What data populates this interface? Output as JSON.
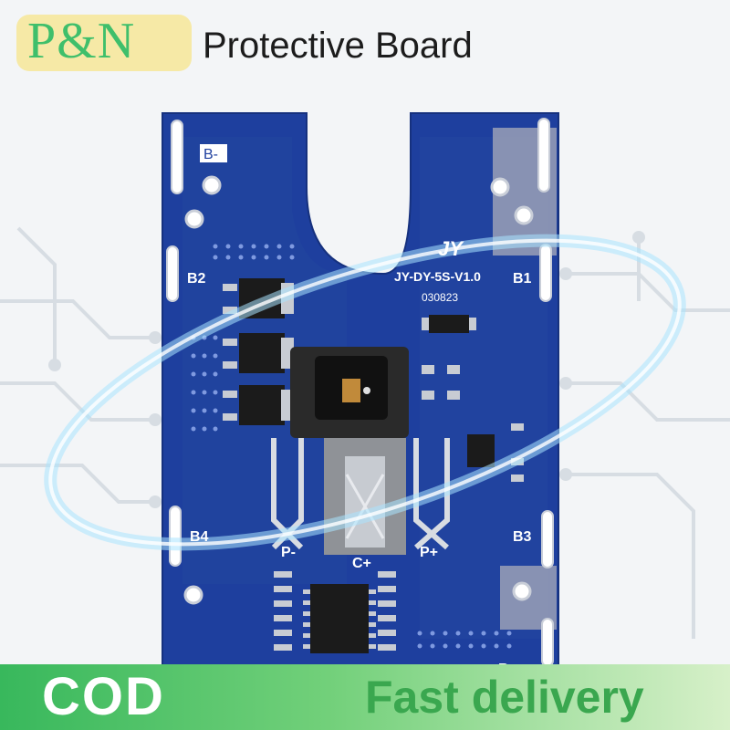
{
  "header": {
    "brand": "P&N",
    "title": "Protective Board"
  },
  "board": {
    "logo_mark": "JY",
    "model": "JY-DY-5S-V1.0",
    "date_code": "030823",
    "labels": {
      "b_minus": "B-",
      "b1": "B1",
      "b2": "B2",
      "b3": "B3",
      "b4": "B4",
      "b_plus": "B+",
      "p_minus": "P-",
      "c_plus": "C+",
      "p_plus": "P+"
    }
  },
  "footer": {
    "left": "COD",
    "right": "Fast delivery"
  },
  "colors": {
    "pcb_blue": "#1e3f9e",
    "brand_green": "#3fbf6b",
    "footer_green": "#38b85c"
  }
}
